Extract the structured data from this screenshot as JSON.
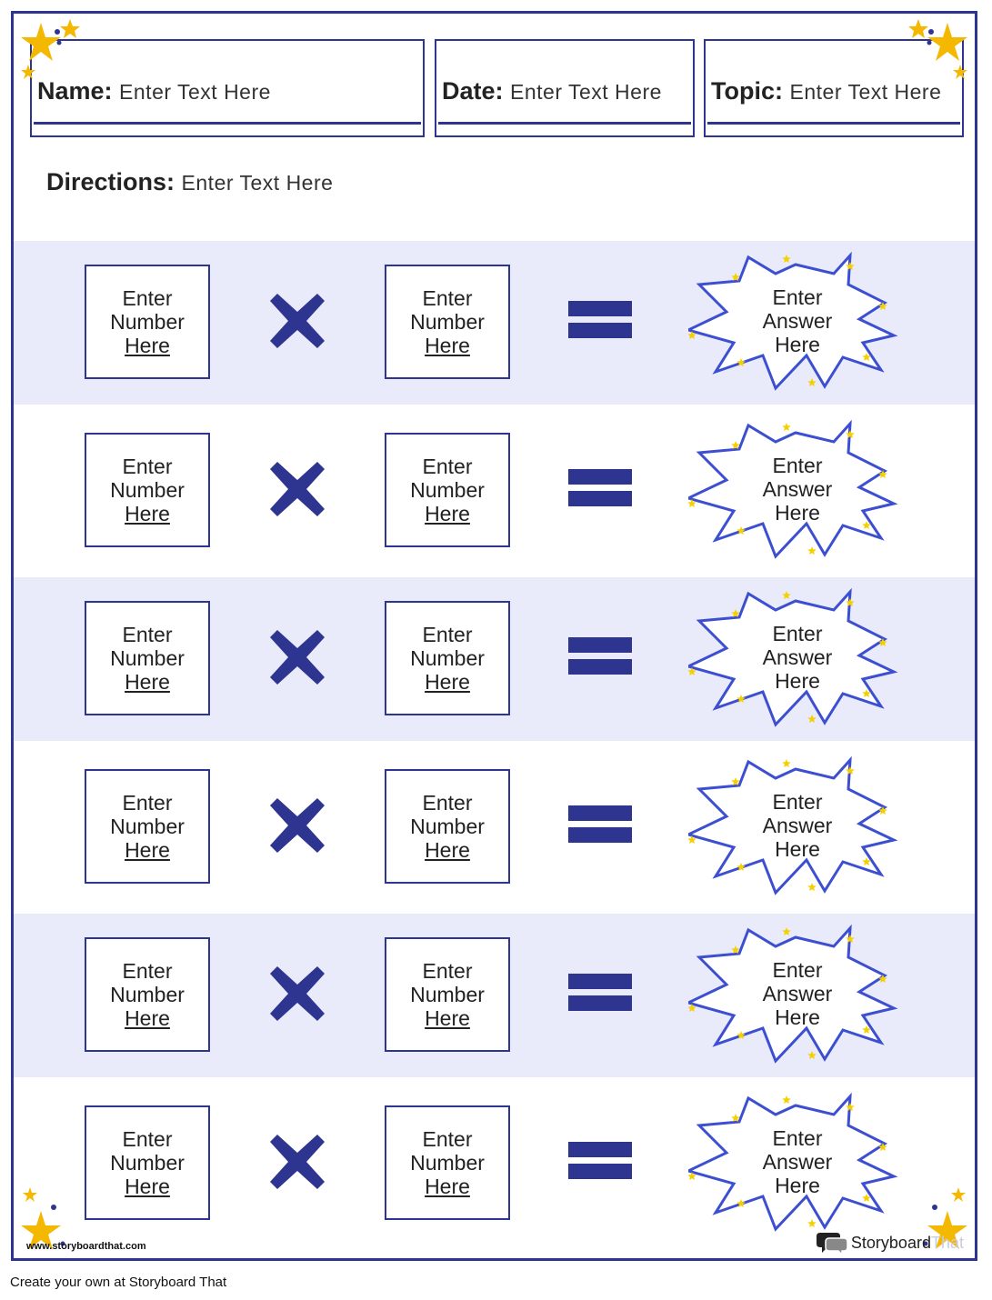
{
  "header": {
    "name_label": "Name:",
    "name_value": "Enter Text Here",
    "date_label": "Date:",
    "date_value": "Enter Text Here",
    "topic_label": "Topic:",
    "topic_value": "Enter Text Here"
  },
  "directions": {
    "label": "Directions:",
    "value": "Enter Text Here"
  },
  "problems": [
    {
      "first": [
        "Enter",
        "Number",
        "Here"
      ],
      "second": [
        "Enter",
        "Number",
        "Here"
      ],
      "answer": [
        "Enter",
        "Answer",
        "Here"
      ]
    },
    {
      "first": [
        "Enter",
        "Number",
        "Here"
      ],
      "second": [
        "Enter",
        "Number",
        "Here"
      ],
      "answer": [
        "Enter",
        "Answer",
        "Here"
      ]
    },
    {
      "first": [
        "Enter",
        "Number",
        "Here"
      ],
      "second": [
        "Enter",
        "Number",
        "Here"
      ],
      "answer": [
        "Enter",
        "Answer",
        "Here"
      ]
    },
    {
      "first": [
        "Enter",
        "Number",
        "Here"
      ],
      "second": [
        "Enter",
        "Number",
        "Here"
      ],
      "answer": [
        "Enter",
        "Answer",
        "Here"
      ]
    },
    {
      "first": [
        "Enter",
        "Number",
        "Here"
      ],
      "second": [
        "Enter",
        "Number",
        "Here"
      ],
      "answer": [
        "Enter",
        "Answer",
        "Here"
      ]
    },
    {
      "first": [
        "Enter",
        "Number",
        "Here"
      ],
      "second": [
        "Enter",
        "Number",
        "Here"
      ],
      "answer": [
        "Enter",
        "Answer",
        "Here"
      ]
    }
  ],
  "footer": {
    "url": "www.storyboardthat.com",
    "brand_main": "Storyboard",
    "brand_that": "That",
    "credit": "Create your own at Storyboard That"
  },
  "icons": {
    "operator": "multiply-icon",
    "equals": "equals-icon",
    "answer_shape": "starburst-icon",
    "decoration": "star-icon"
  },
  "colors": {
    "accent": "#2e3590",
    "burst_stroke": "#3d4fd1",
    "star": "#f5b800",
    "shade": "#e9ebfb"
  }
}
